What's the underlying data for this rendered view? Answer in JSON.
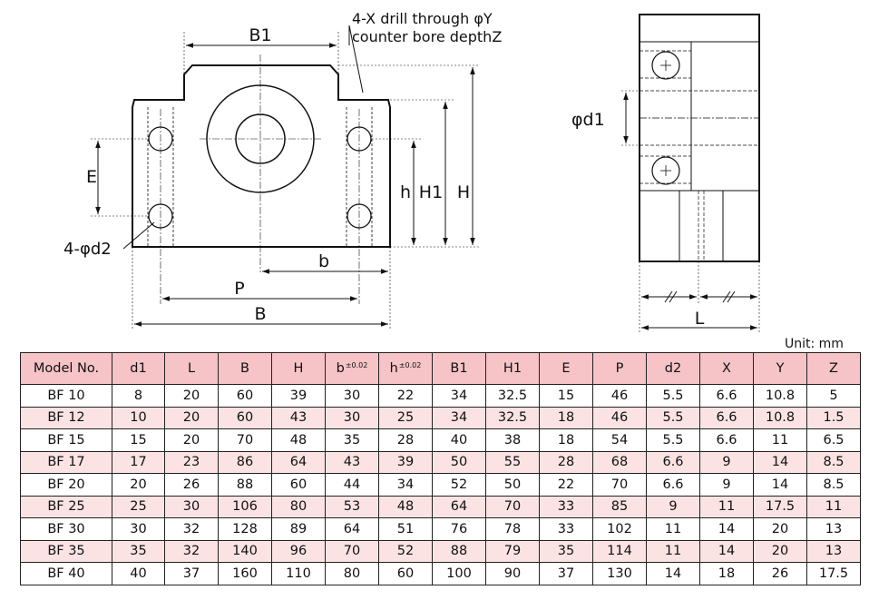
{
  "drawing": {
    "front_labels": {
      "B1": "B1",
      "B": "B",
      "P": "P",
      "b": "b",
      "E": "E",
      "h": "h",
      "H1": "H1",
      "H": "H",
      "d2": "4-φd2"
    },
    "note_line1": "4-X drill through φY",
    "note_line2": "counter bore depthZ",
    "side_labels": {
      "d1": "φd1",
      "L": "L"
    }
  },
  "unit": "Unit: mm",
  "table": {
    "headers": [
      {
        "label": "Model No.",
        "sup": ""
      },
      {
        "label": "d1",
        "sup": ""
      },
      {
        "label": "L",
        "sup": ""
      },
      {
        "label": "B",
        "sup": ""
      },
      {
        "label": "H",
        "sup": ""
      },
      {
        "label": "b",
        "sup": "±0.02"
      },
      {
        "label": "h",
        "sup": "±0.02"
      },
      {
        "label": "B1",
        "sup": ""
      },
      {
        "label": "H1",
        "sup": ""
      },
      {
        "label": "E",
        "sup": ""
      },
      {
        "label": "P",
        "sup": ""
      },
      {
        "label": "d2",
        "sup": ""
      },
      {
        "label": "X",
        "sup": ""
      },
      {
        "label": "Y",
        "sup": ""
      },
      {
        "label": "Z",
        "sup": ""
      }
    ],
    "rows": [
      [
        "BF 10",
        "8",
        "20",
        "60",
        "39",
        "30",
        "22",
        "34",
        "32.5",
        "15",
        "46",
        "5.5",
        "6.6",
        "10.8",
        "5"
      ],
      [
        "BF 12",
        "10",
        "20",
        "60",
        "43",
        "30",
        "25",
        "34",
        "32.5",
        "18",
        "46",
        "5.5",
        "6.6",
        "10.8",
        "1.5"
      ],
      [
        "BF 15",
        "15",
        "20",
        "70",
        "48",
        "35",
        "28",
        "40",
        "38",
        "18",
        "54",
        "5.5",
        "6.6",
        "11",
        "6.5"
      ],
      [
        "BF 17",
        "17",
        "23",
        "86",
        "64",
        "43",
        "39",
        "50",
        "55",
        "28",
        "68",
        "6.6",
        "9",
        "14",
        "8.5"
      ],
      [
        "BF 20",
        "20",
        "26",
        "88",
        "60",
        "44",
        "34",
        "52",
        "50",
        "22",
        "70",
        "6.6",
        "9",
        "14",
        "8.5"
      ],
      [
        "BF 25",
        "25",
        "30",
        "106",
        "80",
        "53",
        "48",
        "64",
        "70",
        "33",
        "85",
        "9",
        "11",
        "17.5",
        "11"
      ],
      [
        "BF 30",
        "30",
        "32",
        "128",
        "89",
        "64",
        "51",
        "76",
        "78",
        "33",
        "102",
        "11",
        "14",
        "20",
        "13"
      ],
      [
        "BF 35",
        "35",
        "32",
        "140",
        "96",
        "70",
        "52",
        "88",
        "79",
        "35",
        "114",
        "11",
        "14",
        "20",
        "13"
      ],
      [
        "BF 40",
        "40",
        "37",
        "160",
        "110",
        "80",
        "60",
        "100",
        "90",
        "37",
        "130",
        "14",
        "18",
        "26",
        "17.5"
      ]
    ]
  }
}
